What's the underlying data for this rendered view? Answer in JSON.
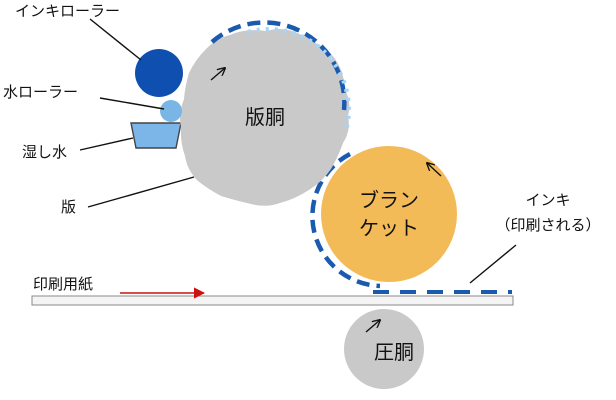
{
  "labels": {
    "ink_roller": "インキローラー",
    "water_roller": "水ローラー",
    "dampening_water": "湿し水",
    "plate": "版",
    "plate_cylinder": "版胴",
    "blanket_line1": "ブラン",
    "blanket_line2": "ケット",
    "ink_line1": "インキ",
    "ink_line2": "（印刷される）",
    "paper": "印刷用紙",
    "impression_cylinder": "圧胴"
  },
  "colors": {
    "ink_blue": "#1a5bb0",
    "ink_roller": "#0e4fb0",
    "water_roller": "#79b6e6",
    "water": "#7cb5e8",
    "cylinder_gray": "#c9c9c9",
    "blanket_orange": "#f3bb58",
    "paper_direction_arrow": "#cc1111"
  }
}
